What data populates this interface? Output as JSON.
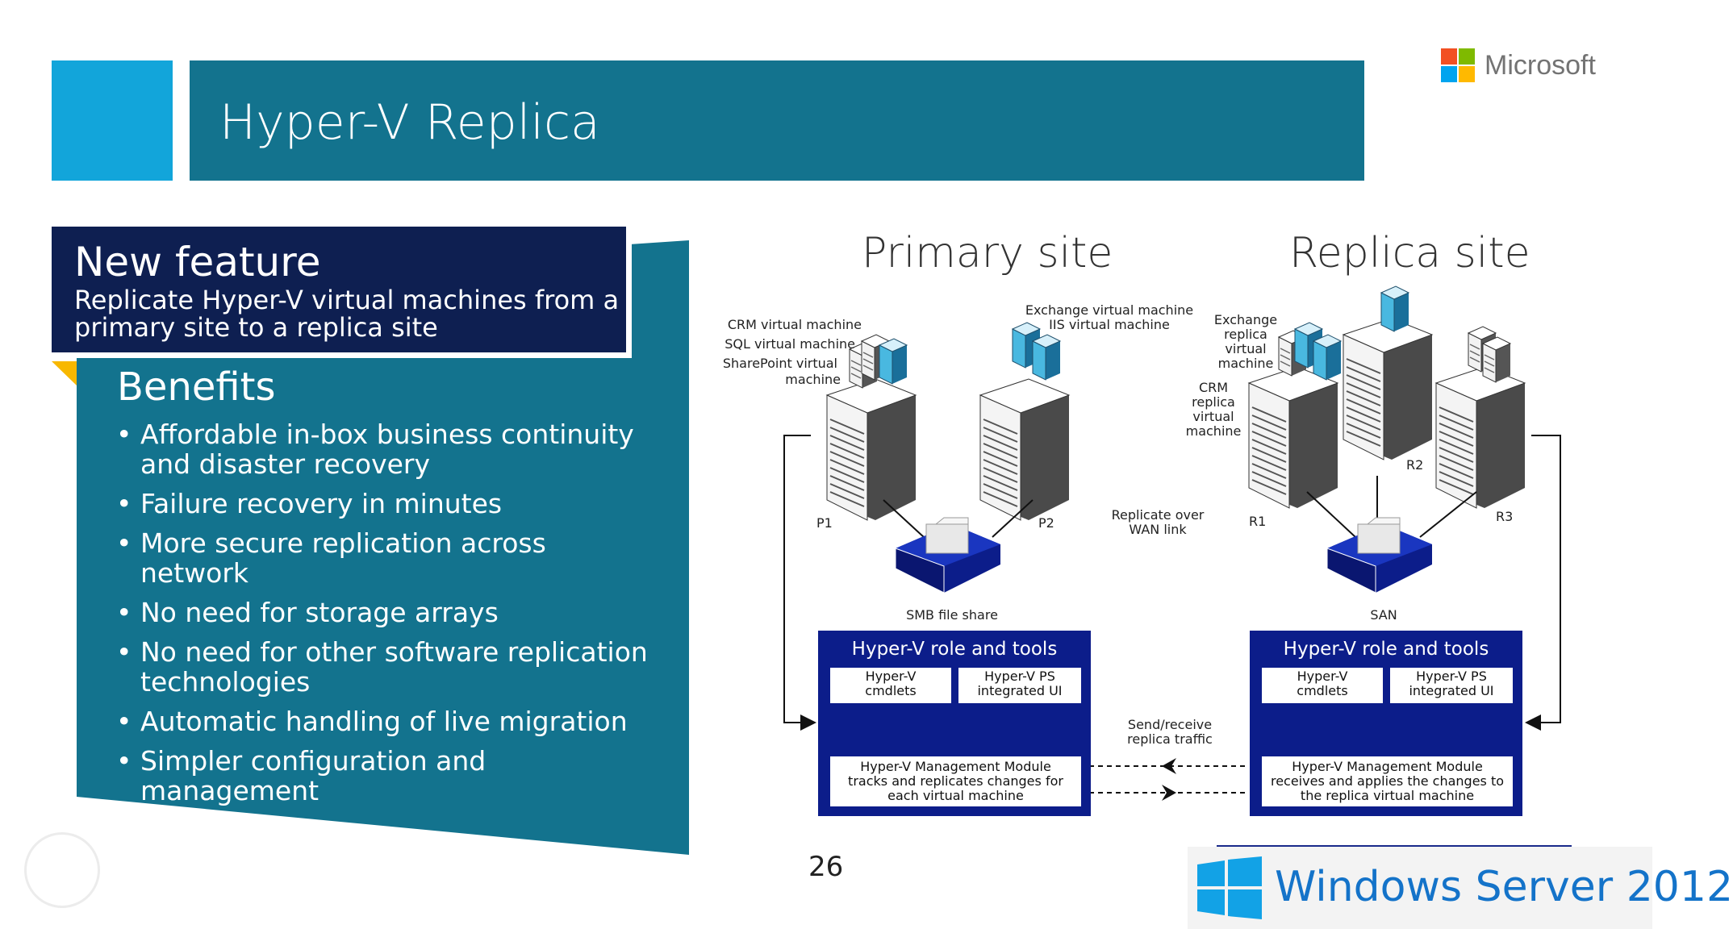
{
  "slide": {
    "title": "Hyper-V Replica",
    "page_number": "26"
  },
  "logos": {
    "microsoft": "Microsoft",
    "windows_server": "Windows Server 2012"
  },
  "feature": {
    "heading": "New feature",
    "description": "Replicate Hyper-V virtual machines from a primary site to a replica site"
  },
  "benefits": {
    "heading": "Benefits",
    "items": [
      "Affordable in-box business continuity and disaster recovery",
      "Failure recovery in minutes",
      "More secure replication across network",
      "No need for storage arrays",
      "No need for other software replication technologies",
      "Automatic handling of live migration",
      "Simpler configuration and management"
    ]
  },
  "diagram": {
    "primary": {
      "title": "Primary site",
      "vm_labels": [
        "CRM virtual machine",
        "SQL virtual machine",
        "SharePoint virtual",
        "machine"
      ],
      "vm_labels_p2": [
        "Exchange virtual machine",
        "IIS virtual machine"
      ],
      "server_p1": "P1",
      "server_p2": "P2",
      "storage": "SMB file share",
      "tools_title": "Hyper-V role and tools",
      "cmdlets": "Hyper-V\ncmdlets",
      "ui": "Hyper-V PS\nintegrated UI",
      "module": "Hyper-V Management Module\ntracks and replicates changes for\neach virtual machine"
    },
    "replica": {
      "title": "Replica site",
      "vm_labels_exchange": "Exchange\nreplica\nvirtual\nmachine",
      "vm_labels_crm": "CRM\nreplica\nvirtual\nmachine",
      "server_r1": "R1",
      "server_r2": "R2",
      "server_r3": "R3",
      "storage": "SAN",
      "tools_title": "Hyper-V role and tools",
      "cmdlets": "Hyper-V\ncmdlets",
      "ui": "Hyper-V PS\nintegrated UI",
      "module": "Hyper-V Management Module\nreceives and applies the changes to\nthe replica virtual machine"
    },
    "wan_label": "Replicate over\nWAN link",
    "traffic_label": "Send/receive\nreplica traffic"
  },
  "colors": {
    "title_band": "#13738e",
    "title_square": "#12a5da",
    "feature_box": "#0e1f51",
    "benefits_panel": "#13738e",
    "tools_box": "#0c1d8a",
    "accent_yellow": "#f8b800"
  }
}
